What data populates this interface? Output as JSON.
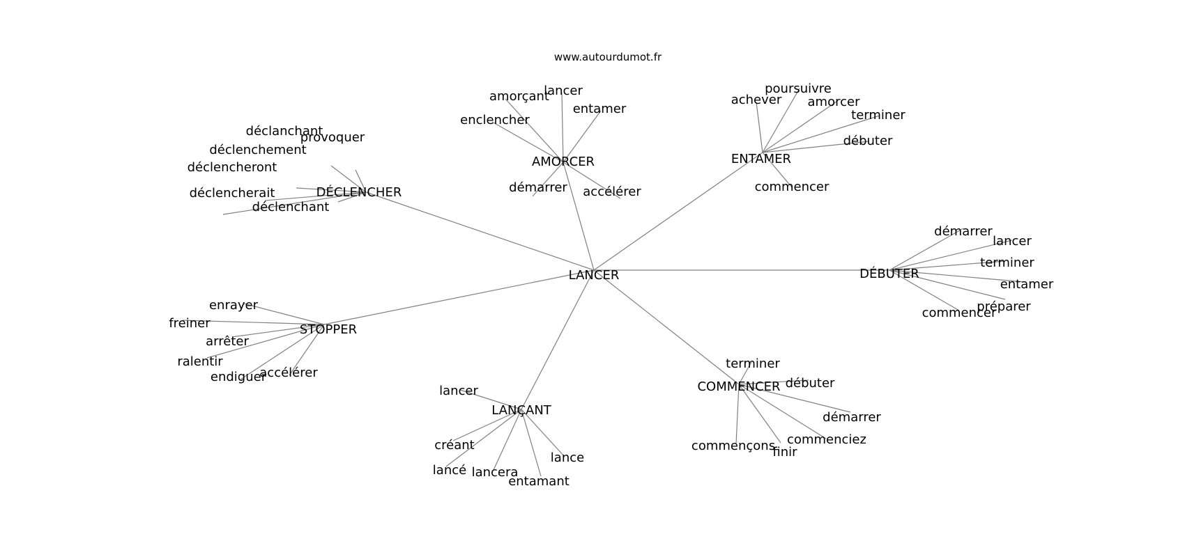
{
  "site": "www.autourdumot.fr",
  "center": "LANCER",
  "hubs": [
    {
      "id": "declencher",
      "label": "DÉCLENCHER",
      "words": [
        "déclanchant",
        "provoquer",
        "déclenchement",
        "déclencheront",
        "déclencherait",
        "déclenchant"
      ]
    },
    {
      "id": "amorcer",
      "label": "AMORCER",
      "words": [
        "amorçant",
        "lancer",
        "entamer",
        "enclencher",
        "démarrer",
        "accélérer"
      ]
    },
    {
      "id": "entamer",
      "label": "ENTAMER",
      "words": [
        "achever",
        "poursuivre",
        "amorcer",
        "terminer",
        "débuter",
        "commencer"
      ]
    },
    {
      "id": "debuter",
      "label": "DÉBUTER",
      "words": [
        "démarrer",
        "lancer",
        "terminer",
        "entamer",
        "préparer",
        "commencer"
      ]
    },
    {
      "id": "stopper",
      "label": "STOPPER",
      "words": [
        "enrayer",
        "freiner",
        "arrêter",
        "ralentir",
        "endiguer",
        "accélérer"
      ]
    },
    {
      "id": "lancant",
      "label": "LANÇANT",
      "words": [
        "lancer",
        "créant",
        "lancé",
        "lancera",
        "entamant",
        "lance"
      ]
    },
    {
      "id": "commencer",
      "label": "COMMENCER",
      "words": [
        "terminer",
        "débuter",
        "démarrer",
        "commenciez",
        "finir",
        "commençons"
      ]
    }
  ]
}
